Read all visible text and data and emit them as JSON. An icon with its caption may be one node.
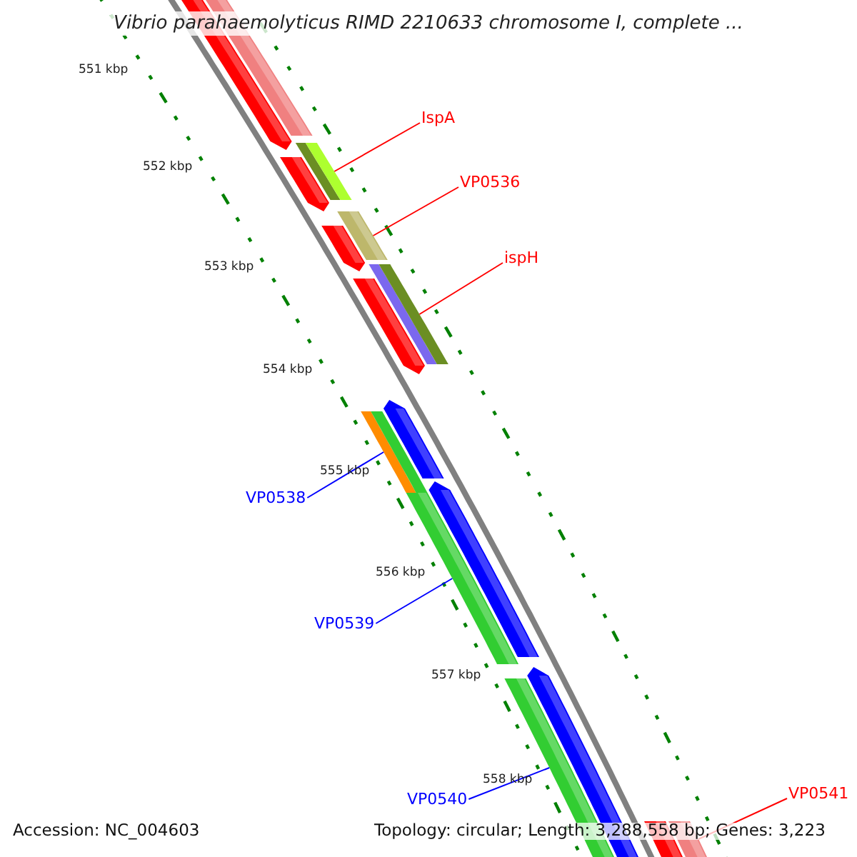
{
  "diagram": {
    "title": "Vibrio parahaemolyticus RIMD 2210633 chromosome I, complete ...",
    "nodes": [
      {
        "text": [
          "IspA"
        ]
      },
      {
        "text": [],
        "shape": "bar"
      },
      {
        "text": [
          "VP0536"
        ]
      },
      {
        "text": [],
        "shape": "bar"
      },
      {
        "text": [
          "ispH"
        ]
      },
      {
        "text": [],
        "shape": "bar"
      },
      {
        "text": [
          "VP0538"
        ]
      },
      {
        "text": [],
        "shape": "bar"
      },
      {
        "text": [
          "VP0539"
        ]
      },
      {
        "text": [],
        "shape": "bar"
      },
      {
        "text": [
          "VP0540"
        ]
      },
      {
        "text": [],
        "shape": "bar"
      },
      {
        "text": [
          "VP0541"
        ]
      },
      {
        "text": [],
        "shape": "bar"
      }
    ],
    "edges": [
      {
        "from": 0,
        "to": 1,
        "arrow": "none"
      },
      {
        "from": 2,
        "to": 3,
        "arrow": "none"
      },
      {
        "from": 4,
        "to": 5,
        "arrow": "none"
      },
      {
        "from": 6,
        "to": 7,
        "arrow": "none",
        "color": "#0000ff"
      },
      {
        "from": 8,
        "to": 9,
        "arrow": "none",
        "color": "#0000ff"
      },
      {
        "from": 10,
        "to": 11,
        "arrow": "none",
        "color": "#0000ff"
      },
      {
        "from": 12,
        "to": 13,
        "arrow": "none"
      }
    ],
    "labels": [
      "551 kbp",
      "552 kbp",
      "553 kbp",
      "554 kbp",
      "555 kbp",
      "556 kbp",
      "557 kbp",
      "558 kbp",
      "Accession: NC_004603",
      "Topology: circular; Length: 3,288,558 bp; Genes: 3,223"
    ]
  }
}
